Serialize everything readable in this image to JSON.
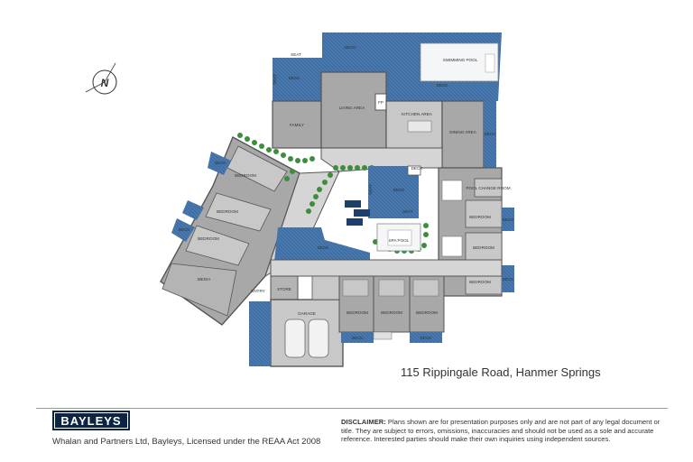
{
  "address": "115 Rippingale Road, Hanmer Springs",
  "compass": {
    "label": "N"
  },
  "agency_line": "Whalan and Partners Ltd, Bayleys, Licensed under the REAA Act 2008",
  "logo": {
    "text": "BAYLEYS"
  },
  "disclaimer": {
    "title": "DISCLAIMER:",
    "text": "Plans shown are for presentation purposes only and are not part of any legal document or title. They are subject to errors, omissions, inaccuracies and should not be used as a sole and accurate reference. Interested parties should make their own inquiries using independent sources."
  },
  "colors": {
    "deck": "#3f6fa4",
    "room": "#a8a8a8",
    "floor": "#d5d5d5",
    "wall": "#555555",
    "brand": "#0d2342"
  },
  "rooms": {
    "deck_top": "DECK",
    "seat_top": "SEAT",
    "seat_side": "SEAT",
    "deck_left_top": "DECK",
    "swimming_pool": "SWIMMING POOL",
    "deck_pool": "DECK",
    "family": "FAMILY",
    "living_area": "LIVING AREA",
    "fp": "FP",
    "kitchen_area": "KITCHEN AREA",
    "dining_area": "DINING AREA",
    "deck_east": "DECK",
    "deck_west_wing": "DECK",
    "bedroom_w1": "BEDROOM",
    "bedroom_w2": "BEDROOM",
    "bedroom_w3": "BEDROOM",
    "deck_w2": "DECK",
    "media": "MEDIA",
    "entry": "ENTRY",
    "deck_court": "DECK",
    "seat_court": "SEAT",
    "deck_court_main": "DECK",
    "spa_pool": "SPA POOL",
    "seat_spa": "SEAT",
    "deck_south": "DECK",
    "pool_change_room": "POOL CHANGE ROOM",
    "bedroom_e1": "BEDROOM",
    "bedroom_e2": "BEDROOM",
    "bedroom_e3": "BEDROOM",
    "deck_e1": "DECK",
    "deck_e2": "DECK",
    "store": "STORE",
    "garage": "GARAGE",
    "bedroom_s1": "BEDROOM",
    "bedroom_s2": "BEDROOM",
    "bedroom_s3": "BEDROOM",
    "deck_s1": "DECK",
    "deck_s2": "DECK"
  }
}
